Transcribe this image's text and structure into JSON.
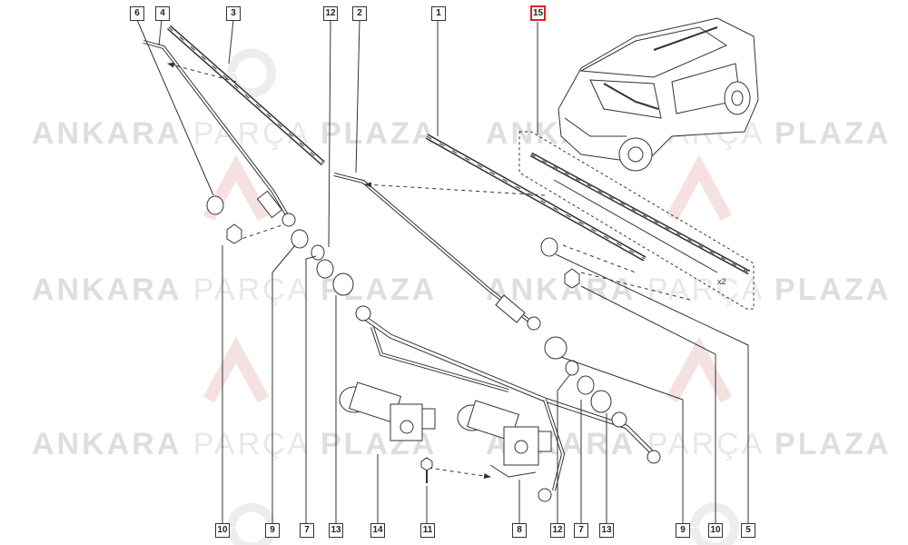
{
  "watermark": {
    "part1": "ANKARA",
    "part2": "PARÇA",
    "part3": "PLAZA"
  },
  "callouts_top": [
    "6",
    "4",
    "3",
    "12",
    "2",
    "1",
    "15"
  ],
  "callouts_bottom": [
    "10",
    "9",
    "7",
    "13",
    "14",
    "11",
    "8",
    "12",
    "7",
    "13",
    "9",
    "10",
    "5"
  ],
  "quantity_note": "x2",
  "colors": {
    "line": "#333333",
    "highlight": "#e0202a",
    "watermark": "#e3e3e3"
  }
}
